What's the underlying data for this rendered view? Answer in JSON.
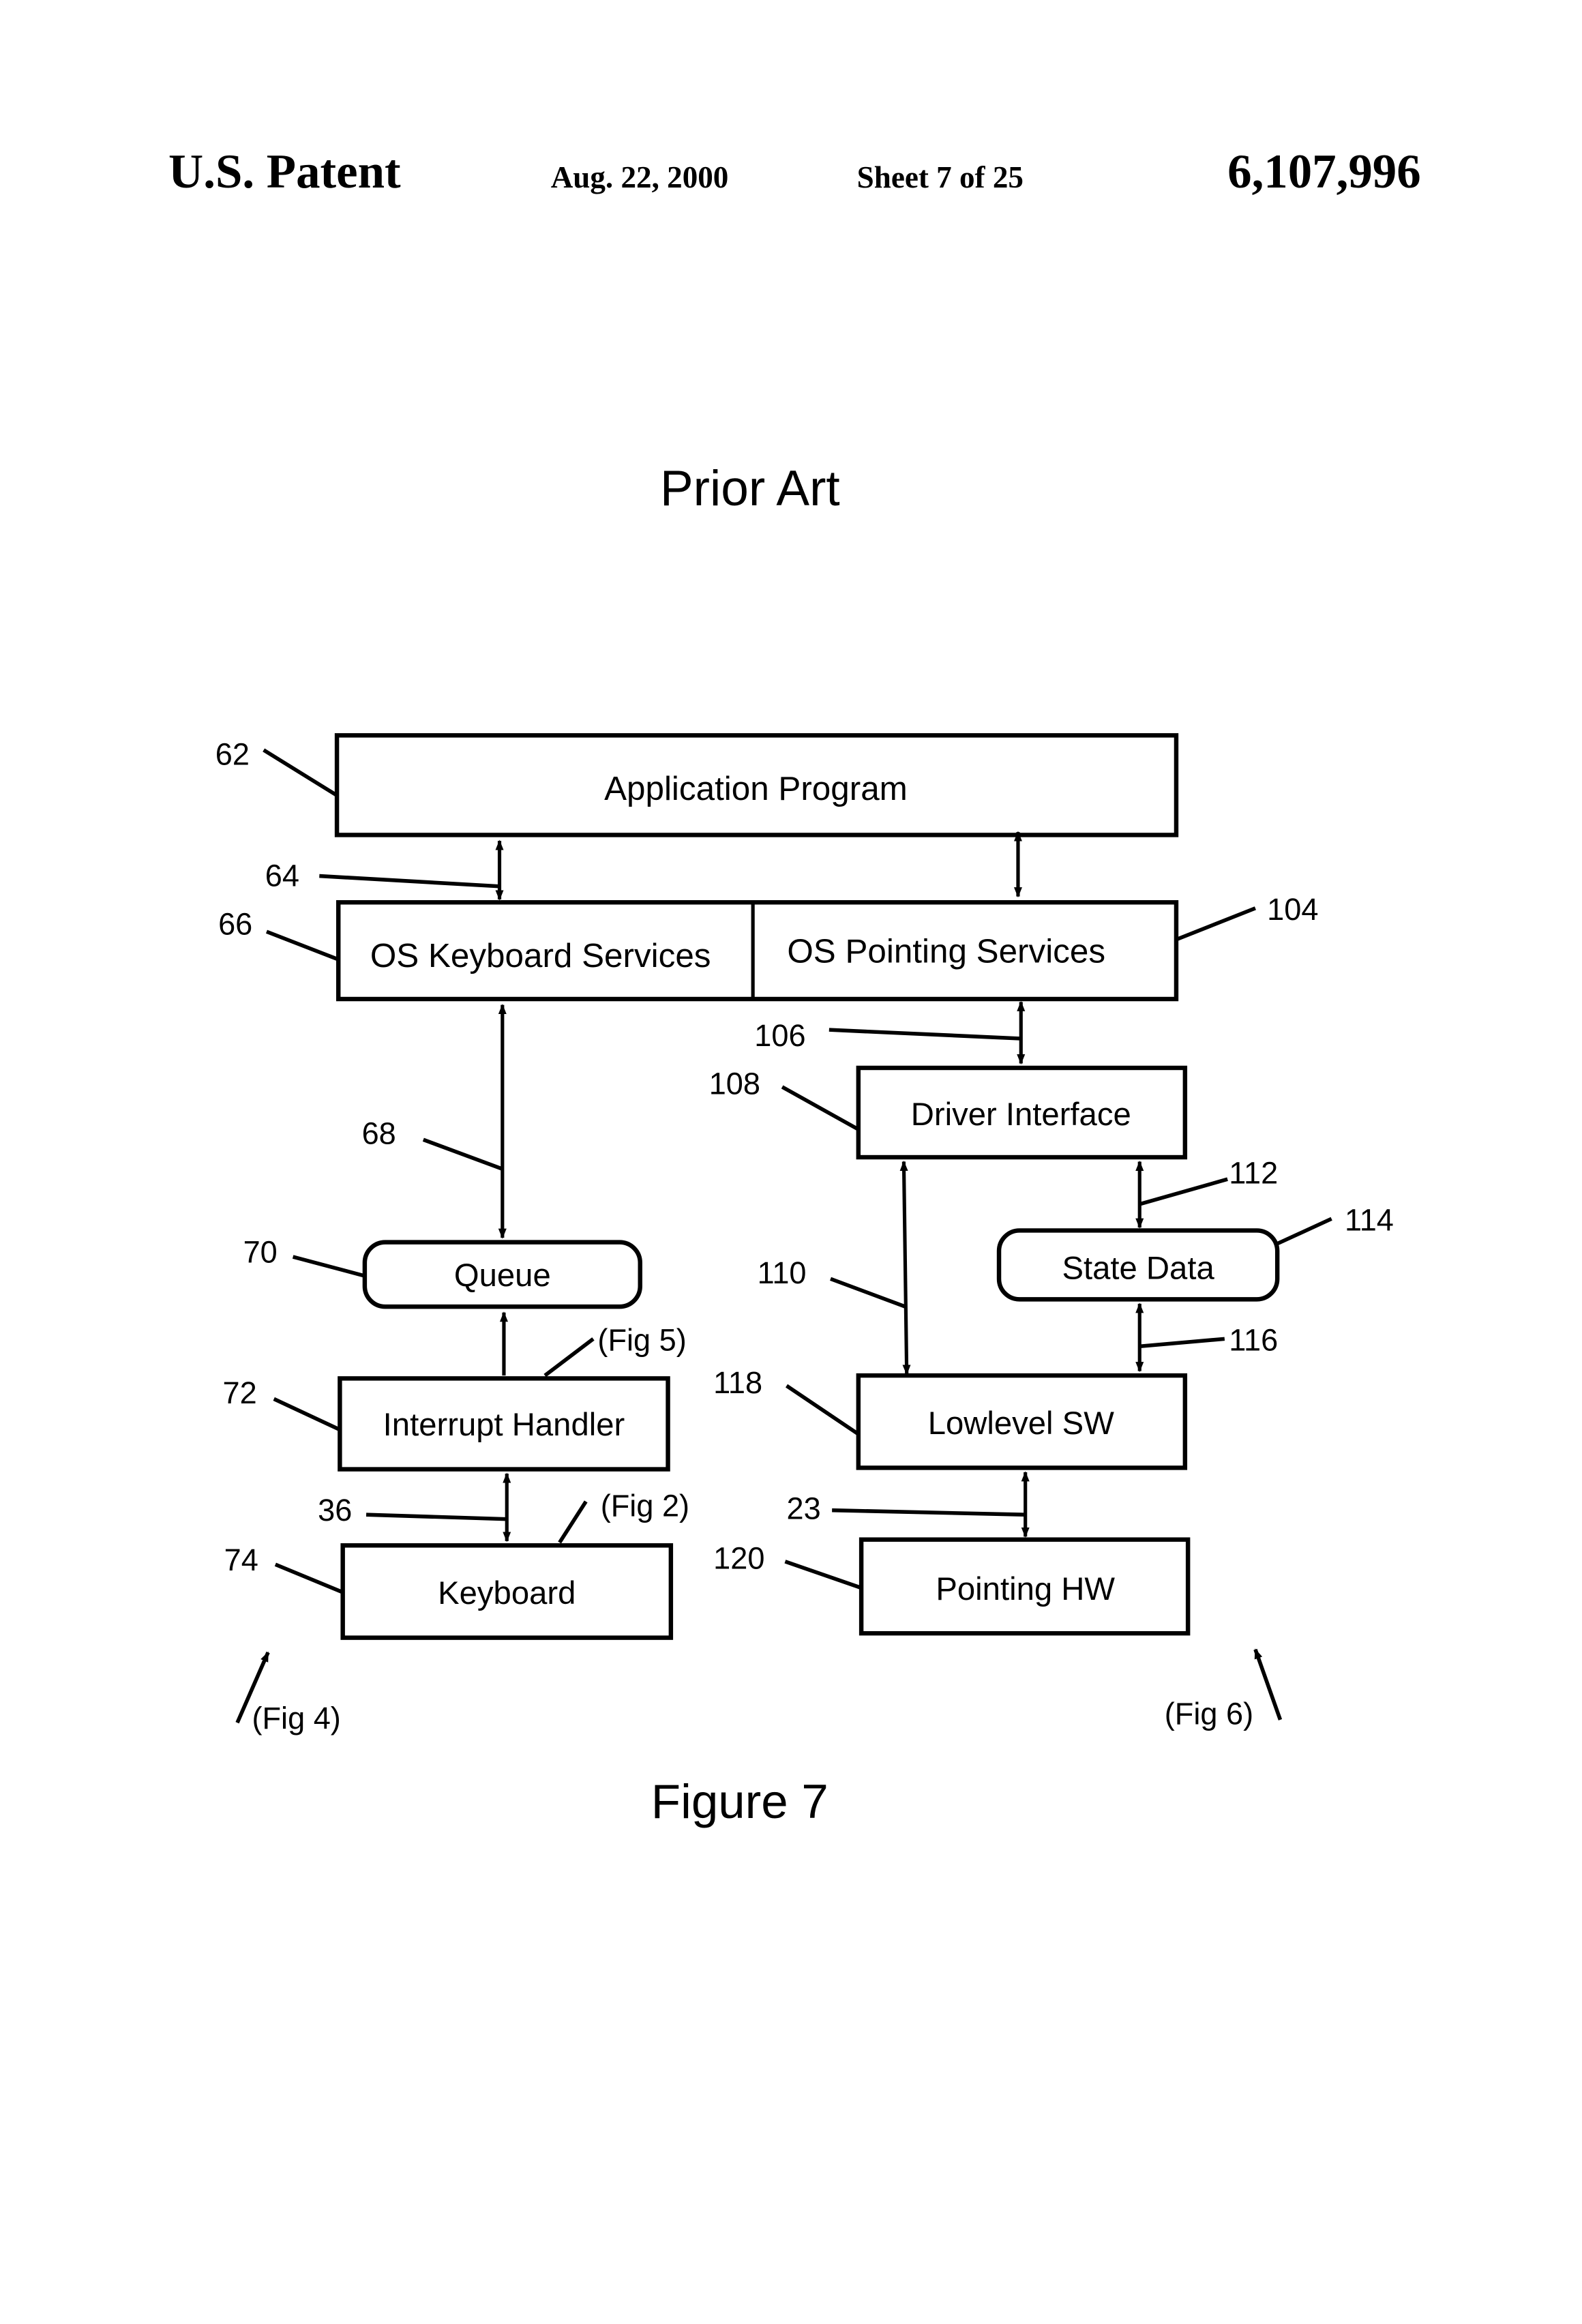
{
  "header": {
    "title": "U.S. Patent",
    "date": "Aug. 22, 2000",
    "sheet": "Sheet 7 of 25",
    "patent_number": "6,107,996"
  },
  "figure": {
    "subtitle": "Prior Art",
    "caption": "Figure 7",
    "blocks": {
      "application_program": "Application Program",
      "os_keyboard_services": "OS Keyboard Services",
      "os_pointing_services": "OS Pointing Services",
      "driver_interface": "Driver Interface",
      "queue": "Queue",
      "state_data": "State Data",
      "interrupt_handler": "Interrupt Handler",
      "lowlevel_sw": "Lowlevel SW",
      "keyboard": "Keyboard",
      "pointing_hw": "Pointing HW"
    },
    "refs": {
      "r62": "62",
      "r64": "64",
      "r66": "66",
      "r104": "104",
      "r106": "106",
      "r108": "108",
      "r68": "68",
      "r112": "112",
      "r114": "114",
      "r70": "70",
      "r110": "110",
      "r116": "116",
      "r72": "72",
      "r118": "118",
      "r36": "36",
      "r23": "23",
      "r74": "74",
      "r120": "120"
    },
    "fig_refs": {
      "fig5": "(Fig 5)",
      "fig2": "(Fig 2)",
      "fig4": "(Fig 4)",
      "fig6": "(Fig 6)"
    }
  }
}
